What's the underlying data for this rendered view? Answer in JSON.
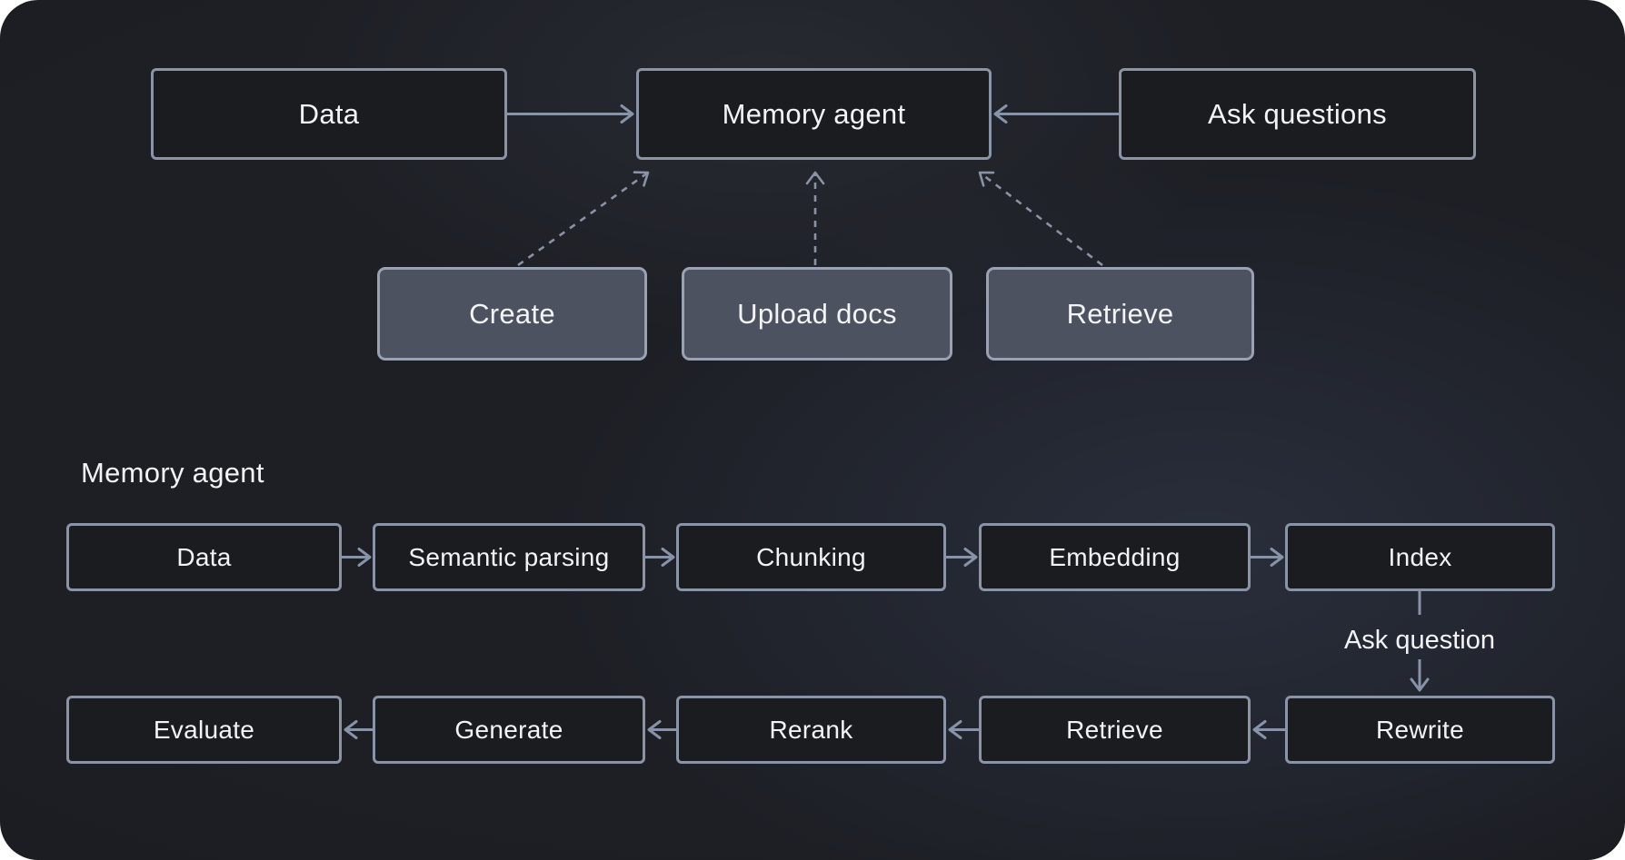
{
  "overview": {
    "nodes": {
      "data": "Data",
      "memory_agent": "Memory agent",
      "ask_questions": "Ask questions",
      "create": "Create",
      "upload_docs": "Upload docs",
      "retrieve": "Retrieve"
    },
    "edges": [
      {
        "from": "Data",
        "to": "Memory agent",
        "style": "solid"
      },
      {
        "from": "Ask questions",
        "to": "Memory agent",
        "style": "solid"
      },
      {
        "from": "Create",
        "to": "Memory agent",
        "style": "dashed"
      },
      {
        "from": "Upload docs",
        "to": "Memory agent",
        "style": "dashed"
      },
      {
        "from": "Retrieve",
        "to": "Memory agent",
        "style": "dashed"
      }
    ]
  },
  "pipeline": {
    "section_title": "Memory agent",
    "ingest_row": [
      "Data",
      "Semantic parsing",
      "Chunking",
      "Embedding",
      "Index"
    ],
    "ask_question_label": "Ask question",
    "query_row": [
      "Evaluate",
      "Generate",
      "Rerank",
      "Retrieve",
      "Rewrite"
    ],
    "edges": [
      {
        "from": "Data",
        "to": "Semantic parsing",
        "style": "solid"
      },
      {
        "from": "Semantic parsing",
        "to": "Chunking",
        "style": "solid"
      },
      {
        "from": "Chunking",
        "to": "Embedding",
        "style": "solid"
      },
      {
        "from": "Embedding",
        "to": "Index",
        "style": "solid"
      },
      {
        "from": "Index",
        "to": "Rewrite",
        "style": "solid",
        "label": "Ask question"
      },
      {
        "from": "Rewrite",
        "to": "Retrieve",
        "style": "solid"
      },
      {
        "from": "Retrieve",
        "to": "Rerank",
        "style": "solid"
      },
      {
        "from": "Rerank",
        "to": "Generate",
        "style": "solid"
      },
      {
        "from": "Generate",
        "to": "Evaluate",
        "style": "solid"
      }
    ]
  },
  "colors": {
    "dark_box_fill": "#1b1c20",
    "dark_box_border": "#8b93a6",
    "gray_box_fill": "#4d5260",
    "gray_box_border": "#9aa1b2",
    "arrow": "#8893a8",
    "text": "#f2f3f5",
    "background_base": "#191b20"
  }
}
